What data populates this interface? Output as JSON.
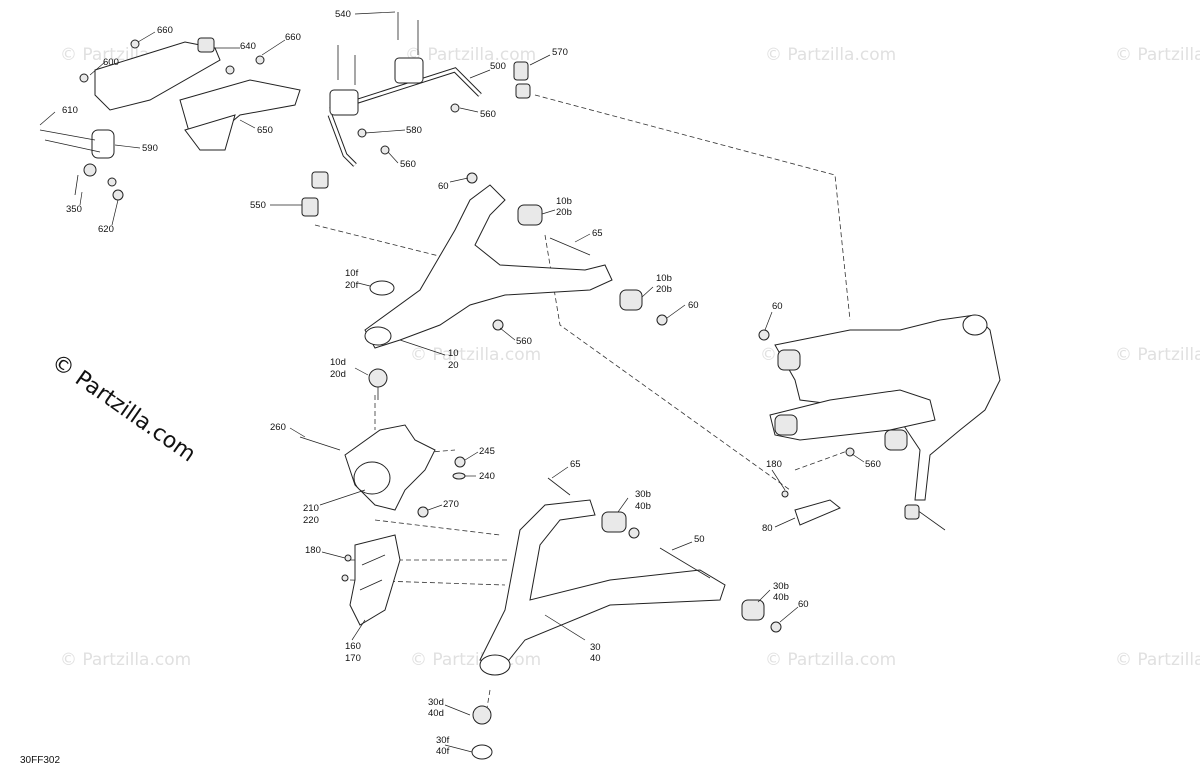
{
  "diagram": {
    "drawing_code": "30FF302",
    "watermark_text": "© Partzilla.com",
    "brand_text": "© Partzilla.com",
    "callouts": {
      "c660a": "660",
      "c600": "600",
      "c640": "640",
      "c660b": "660",
      "c610": "610",
      "c590": "590",
      "c650": "650",
      "c350": "350",
      "c620": "620",
      "c540": "540",
      "c500": "500",
      "c570": "570",
      "c560a": "560",
      "c580": "580",
      "c560b": "560",
      "c550": "550",
      "c60a": "60",
      "c10b20b_1": "10b",
      "c10b20b_2": "20b",
      "c65a": "65",
      "c10f": "10f",
      "c20f": "20f",
      "c10b20b_3": "10b",
      "c10b20b_4": "20b",
      "c60b": "60",
      "c560c": "560",
      "c10": "10",
      "c20": "20",
      "c10d": "10d",
      "c20d": "20d",
      "c260": "260",
      "c245": "245",
      "c240": "240",
      "c270": "270",
      "c210": "210",
      "c220": "220",
      "c65b": "65",
      "c30b": "30b",
      "c40b": "40b",
      "c50": "50",
      "c180a": "180",
      "c160": "160",
      "c170": "170",
      "c30": "30",
      "c40": "40",
      "c30b2": "30b",
      "c40b2": "40b",
      "c60c": "60",
      "c30d": "30d",
      "c40d": "40d",
      "c30f": "30f",
      "c40f": "40f",
      "c60d": "60",
      "c560d": "560",
      "c180b": "180",
      "c80": "80"
    },
    "icons": [
      "bolt-icon",
      "nut-icon",
      "bushing-icon",
      "ball-joint-icon",
      "sway-bar-icon",
      "a-arm-icon",
      "knuckle-icon"
    ]
  }
}
